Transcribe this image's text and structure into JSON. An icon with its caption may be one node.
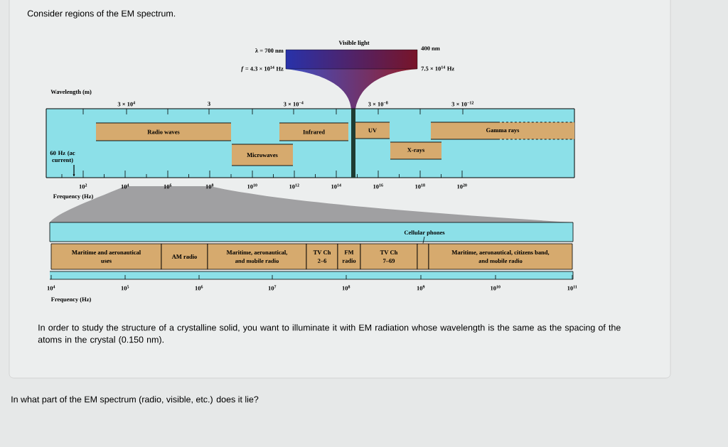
{
  "diagram": {
    "nodes": [
      {
        "text": [
          "Radio waves"
        ]
      },
      {
        "text": [
          "Infrared"
        ]
      },
      {
        "text": [
          "UV"
        ]
      },
      {
        "text": [
          "Gamma rays"
        ]
      },
      {
        "text": [
          "Microwaves"
        ]
      },
      {
        "text": [
          "X-rays"
        ]
      },
      {
        "text": [
          "Cellular phones"
        ]
      },
      {
        "text": [
          "Maritime and aeronautical uses"
        ]
      },
      {
        "text": [
          "AM radio"
        ]
      },
      {
        "text": [
          "Maritime, aeronautical, and mobile radio"
        ]
      },
      {
        "text": [
          "TV Ch 2–6"
        ]
      },
      {
        "text": [
          "FM radio"
        ]
      },
      {
        "text": [
          "TV Ch 7–69"
        ]
      },
      {
        "text": [],
        "shape": "bar"
      },
      {
        "text": [
          "Maritime, aeronautical, citizens band, and mobile radio"
        ]
      }
    ],
    "edges": [
      {
        "from": 6,
        "to": 13,
        "arrow": "none"
      }
    ],
    "labels": [
      "Consider regions of the EM spectrum.",
      "λ = 700 nm",
      "Visible light",
      "400 nm",
      "*f* = 4.3 × 10$^{14}$ Hz",
      "7.5 × 10$^{14}$ Hz",
      "Wavelength (m)",
      "3 × 10$^{4}$",
      "3",
      "3 × 10$^{−4}$",
      "3 × 10$^{−8}$",
      "3 × 10$^{−12}$",
      "60 Hz (ac current)",
      "10$^{2}$",
      "10$^{4}$",
      "10$^{6}$",
      "10$^{8}$",
      "10$^{10}$",
      "10$^{12}$",
      "10$^{14}$",
      "10$^{16}$",
      "10$^{18}$",
      "10$^{20}$",
      "Frequency (Hz)",
      "10$^{4}$",
      "10$^{5}$",
      "10$^{6}$",
      "10$^{7}$",
      "10$^{8}$",
      "10$^{9}$",
      "10$^{10}$",
      "10$^{11}$",
      "Frequency (Hz)",
      "In order to study the structure of a crystalline solid, you want to illuminate it with EM radiation whose wavelength is the same as the spacing of the atoms in the crystal (0.150 nm).",
      "In what part of the EM spectrum (radio, visible, etc.) does it lie?"
    ]
  }
}
